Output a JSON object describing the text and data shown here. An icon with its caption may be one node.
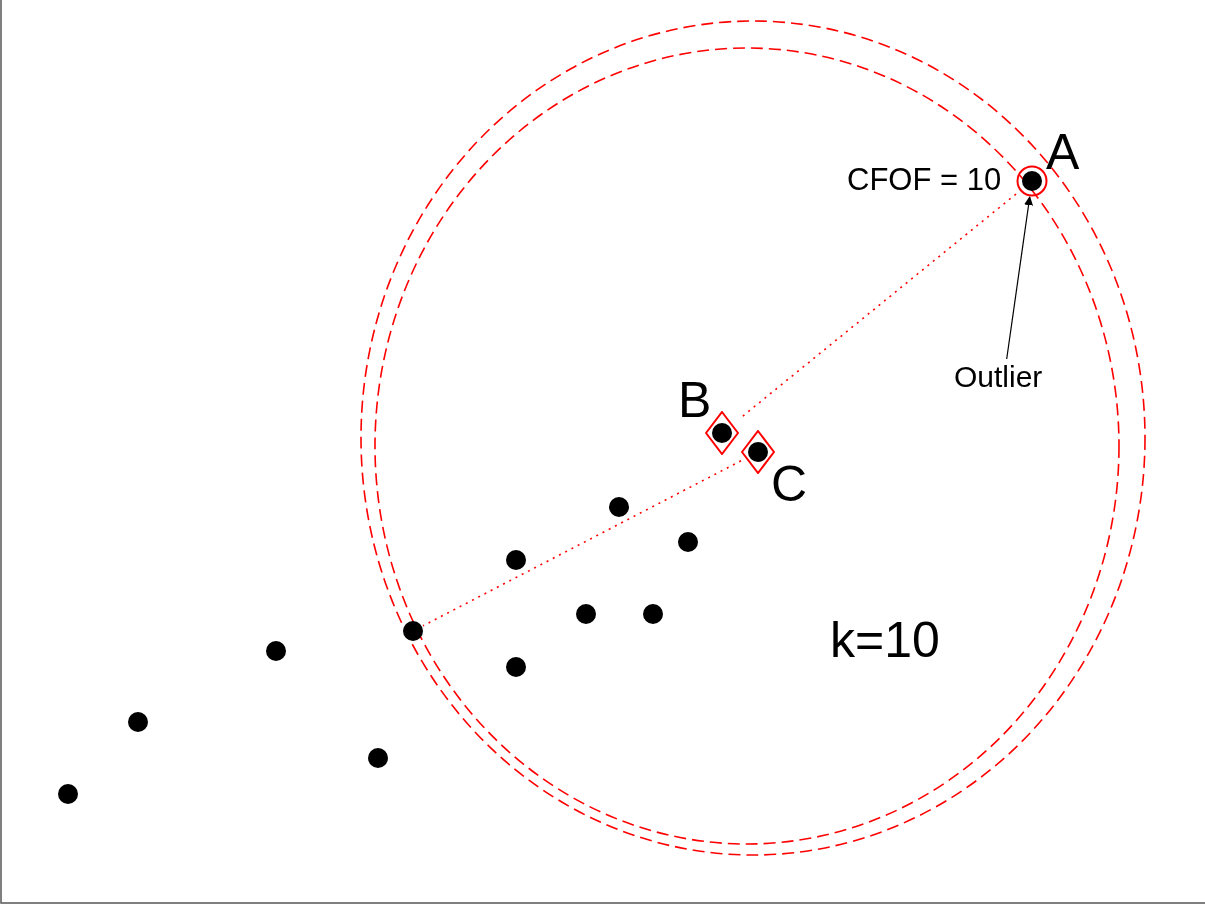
{
  "diagram": {
    "nodes": [
      {
        "text": [
          "A"
        ],
        "beside": [
          "CFOF = 10"
        ]
      },
      {
        "text": [
          "Outlier"
        ]
      },
      {
        "text": [
          "B"
        ]
      },
      {
        "text": [
          "C"
        ]
      },
      {
        "text": [],
        "shape": "circle"
      },
      {
        "text": [],
        "shape": "circle"
      },
      {
        "text": [],
        "shape": "circle"
      },
      {
        "text": [],
        "shape": "circle"
      },
      {
        "text": [],
        "shape": "circle"
      },
      {
        "text": [],
        "shape": "circle"
      },
      {
        "text": [],
        "shape": "circle"
      },
      {
        "text": [],
        "shape": "circle"
      },
      {
        "text": [],
        "shape": "circle"
      },
      {
        "text": [],
        "shape": "circle"
      },
      {
        "text": [],
        "shape": "circle"
      }
    ],
    "edges": [
      {
        "from": 0,
        "to": 2,
        "arrow": "none",
        "style": "dashed",
        "color": "#ff0000"
      },
      {
        "from": 3,
        "to": 9,
        "arrow": "none",
        "style": "dashed",
        "color": "#ff0000"
      },
      {
        "from": 1,
        "to": 0,
        "arrow": "to",
        "color": "#000000"
      }
    ],
    "labels": [
      "k=10"
    ]
  }
}
